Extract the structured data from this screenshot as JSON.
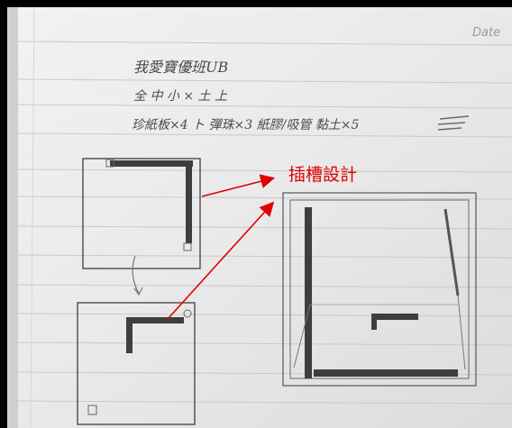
{
  "page": {
    "date_label": "Date",
    "notes": {
      "line1": "我愛寶優班UB",
      "line2": "全 中 小 ×  土  上",
      "line3": "珍紙板×4 ト 彈珠×3 紙膠/吸管 黏土×5"
    },
    "annotation": {
      "text": "插槽設計",
      "color": "#e00000"
    }
  }
}
